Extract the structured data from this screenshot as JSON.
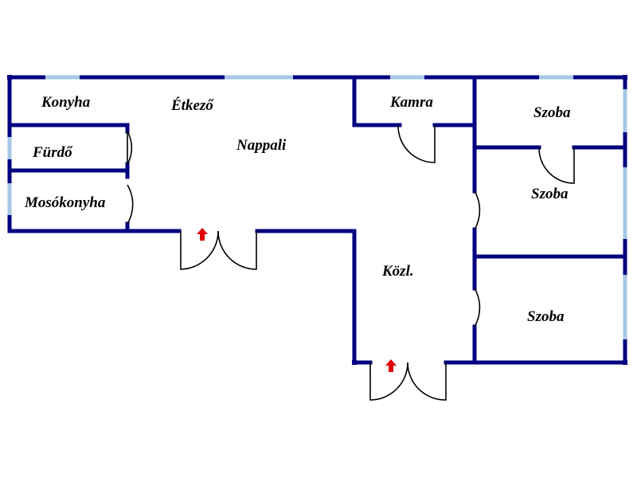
{
  "rooms": {
    "konyha": "Konyha",
    "etkezo": "Étkező",
    "nappali": "Nappali",
    "furdo": "Fürdő",
    "mosokonyha": "Mosókonyha",
    "kamra": "Kamra",
    "kozl": "Közl.",
    "szoba_top": "Szoba",
    "szoba_middle": "Szoba",
    "szoba_bottom": "Szoba"
  },
  "colors": {
    "wall": "#000080",
    "window": "#a7c7e7",
    "door": "#000000",
    "entry_arrow": "#e00000"
  },
  "icons": [
    "entrance-arrow-icon"
  ]
}
